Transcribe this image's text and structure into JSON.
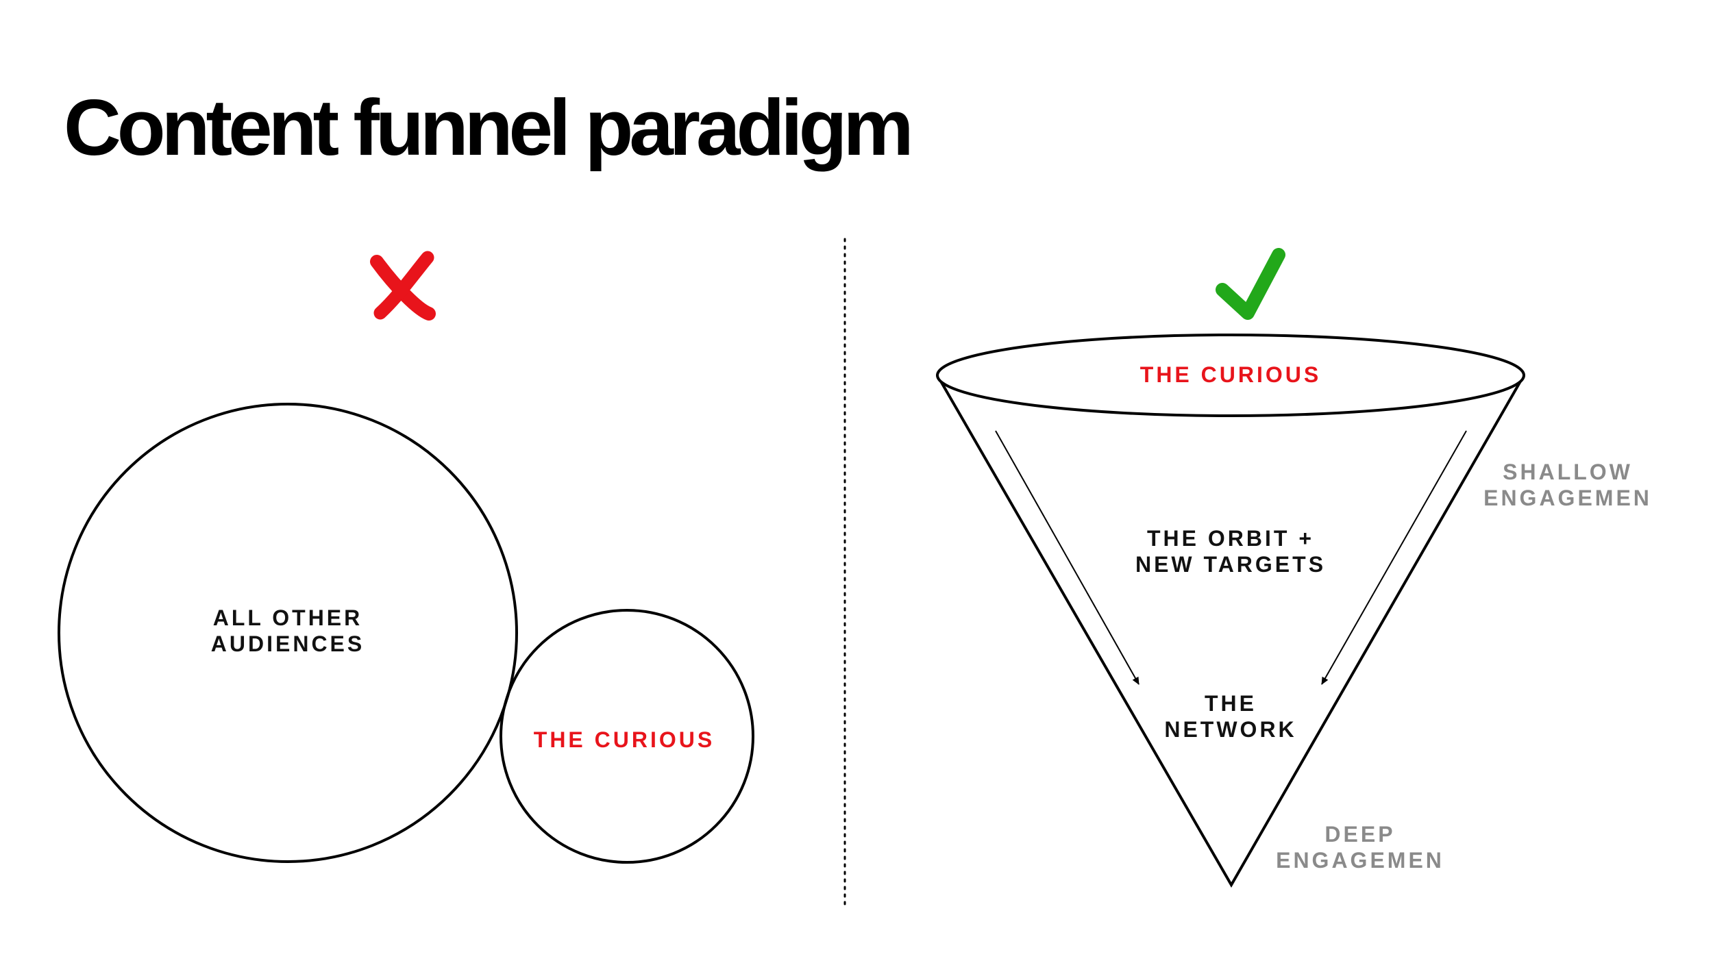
{
  "title": "Content funnel paradigm",
  "colors": {
    "wrong": "#e8141b",
    "right": "#22a81a",
    "highlight": "#e8141b",
    "text": "#111111",
    "muted": "#8a8a8a",
    "stroke": "#000000"
  },
  "wrong_panel": {
    "mark_icon": "cross-mark-icon",
    "large_circle": {
      "line1": "ALL OTHER",
      "line2": "AUDIENCES"
    },
    "small_circle": {
      "label": "THE CURIOUS"
    }
  },
  "right_panel": {
    "mark_icon": "check-mark-icon",
    "funnel_top": "THE CURIOUS",
    "middle": {
      "line1": "THE ORBIT +",
      "line2": "NEW TARGETS"
    },
    "bottom": {
      "line1": "THE",
      "line2": "NETWORK"
    },
    "shallow": {
      "line1": "SHALLOW",
      "line2": "ENGAGEMEN"
    },
    "deep": {
      "line1": "DEEP",
      "line2": "ENGAGEMEN"
    }
  }
}
